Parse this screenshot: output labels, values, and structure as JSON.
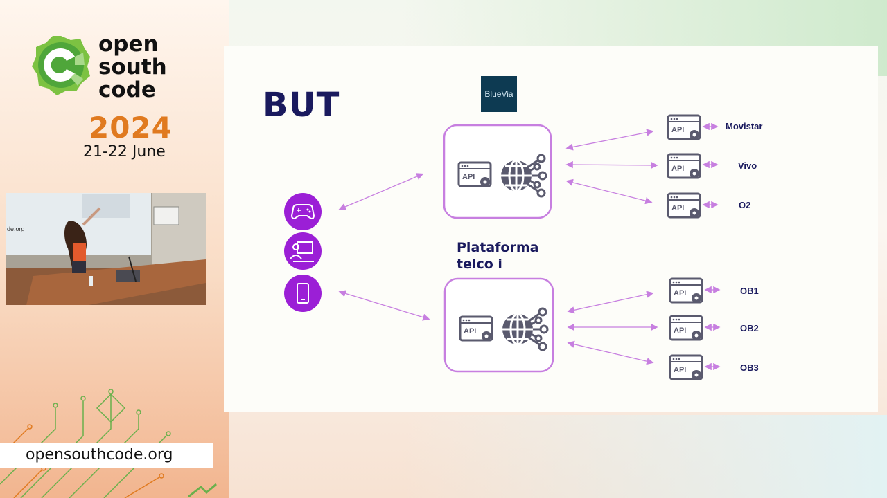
{
  "brand": {
    "words": [
      "open",
      "south",
      "code"
    ],
    "year": "2024",
    "dates": "21-22 June",
    "url": "opensouthcode.org",
    "colors": {
      "green": "#7cc242",
      "orange": "#e07a1f"
    }
  },
  "video": {
    "wall_text": "de.org"
  },
  "slide": {
    "title": "BUT",
    "logo": "BlueVia",
    "platform_label_line1": "Plataforma",
    "platform_label_line2": "telco i",
    "api_label": "API",
    "operators_top": [
      "Movistar",
      "Vivo",
      "O2"
    ],
    "operators_bottom": [
      "OB1",
      "OB2",
      "OB3"
    ],
    "client_icons": [
      "gamepad-icon",
      "remote-user-icon",
      "smartphone-icon"
    ],
    "colors": {
      "purple": "#9b1fd6",
      "box_border": "#c77fe0",
      "arrow": "#c77fe0",
      "navy": "#1a1a5e",
      "icon_gray": "#5a5a6e"
    }
  }
}
